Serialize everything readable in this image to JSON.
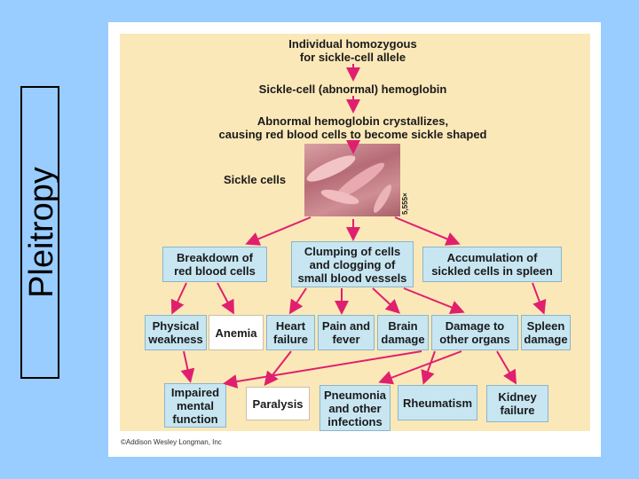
{
  "slide": {
    "title": "Pleitropy"
  },
  "diagram": {
    "top_label": "Individual homozygous\nfor sickle-cell allele",
    "step2": "Sickle-cell (abnormal) hemoglobin",
    "step3": "Abnormal hemoglobin crystallizes,\ncausing red blood cells to become sickle shaped",
    "sickle_label": "Sickle cells",
    "magnification": "5,555×",
    "level1": [
      "Breakdown of\nred blood cells",
      "Clumping of cells\nand clogging of\nsmall blood vessels",
      "Accumulation of\nsickled cells in spleen"
    ],
    "level2": [
      "Physical\nweakness",
      "Anemia",
      "Heart\nfailure",
      "Pain and\nfever",
      "Brain\ndamage",
      "Damage to\nother organs",
      "Spleen\ndamage"
    ],
    "level3": [
      "Impaired\nmental\nfunction",
      "Paralysis",
      "Pneumonia\nand other\ninfections",
      "Rheumatism",
      "Kidney\nfailure"
    ],
    "credit": "©Addison Wesley Longman, Inc",
    "colors": {
      "arrow": "#e0206e",
      "box": "#c7e6f2",
      "background": "#fbe8b8"
    }
  }
}
